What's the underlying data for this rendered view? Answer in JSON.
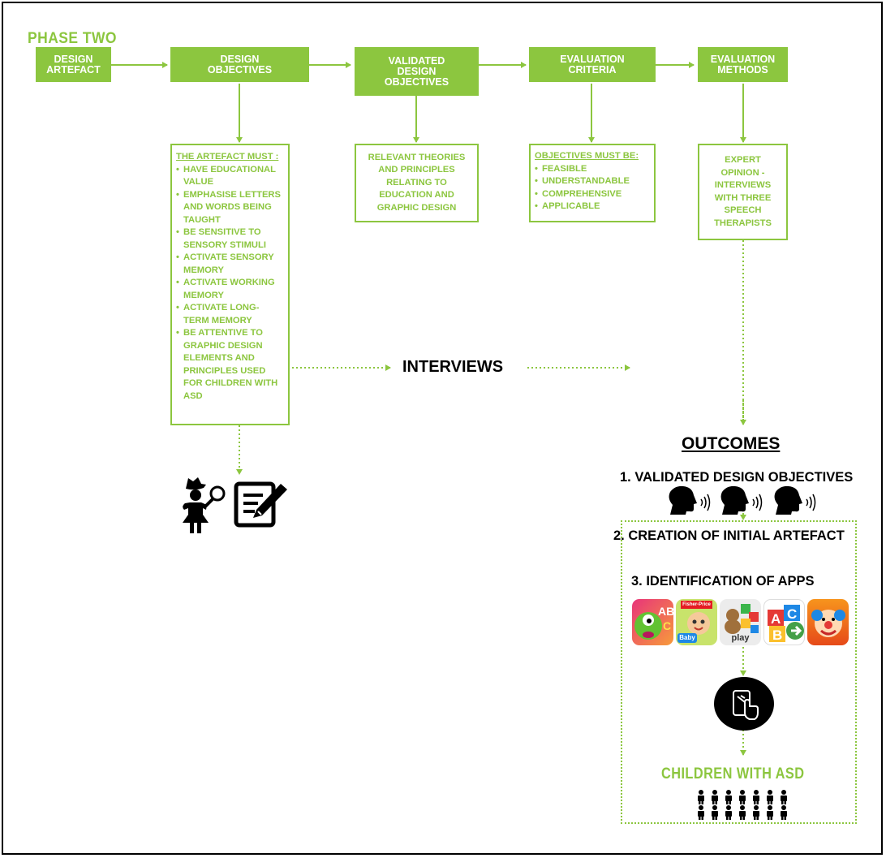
{
  "phase_title": "PHASE TWO",
  "header_boxes": [
    {
      "label": "DESIGN\nARTEFACT"
    },
    {
      "label": "DESIGN\nOBJECTIVES"
    },
    {
      "label": "VALIDATED\nDESIGN\nOBJECTIVES"
    },
    {
      "label": "EVALUATION\nCRITERIA"
    },
    {
      "label": "EVALUATION\nMETHODS"
    }
  ],
  "artefact_box": {
    "heading": "THE ARTEFACT MUST :",
    "items": [
      "HAVE EDUCATIONAL VALUE",
      "EMPHASISE LETTERS AND WORDS BEING TAUGHT",
      "BE SENSITIVE TO SENSORY STIMULI",
      "ACTIVATE SENSORY MEMORY",
      "ACTIVATE WORKING MEMORY",
      "ACTIVATE LONG-TERM MEMORY",
      "BE ATTENTIVE TO GRAPHIC DESIGN ELEMENTS AND PRINCIPLES USED FOR CHILDREN WITH ASD"
    ]
  },
  "theories_box": {
    "text": "RELEVANT THEORIES AND PRINCIPLES RELATING TO EDUCATION AND GRAPHIC DESIGN"
  },
  "criteria_box": {
    "heading": "OBJECTIVES MUST BE:",
    "items": [
      "FEASIBLE",
      "UNDERSTANDABLE",
      "COMPREHENSIVE",
      "APPLICABLE"
    ]
  },
  "methods_box": {
    "text": "EXPERT OPINION - INTERVIEWS WITH THREE SPEECH THERAPISTS"
  },
  "interviews_label": "INTERVIEWS",
  "outcomes": {
    "title": "OUTCOMES",
    "item1": "1. VALIDATED DESIGN OBJECTIVES",
    "item2": "2. CREATION OF INITIAL ARTEFACT",
    "item3": "3. IDENTIFICATION OF APPS"
  },
  "apps": [
    {
      "icon": "abc-monster-app-icon"
    },
    {
      "icon": "fisher-price-baby-app-icon",
      "label": "Fisher-Price",
      "sub": "Baby"
    },
    {
      "icon": "puzzle-play-app-icon",
      "label": "play"
    },
    {
      "icon": "abc-blocks-app-icon"
    },
    {
      "icon": "clown-app-icon"
    }
  ],
  "children_label": "CHILDREN WITH ASD",
  "colors": {
    "accent": "#8cc63f",
    "ink": "#000000"
  }
}
